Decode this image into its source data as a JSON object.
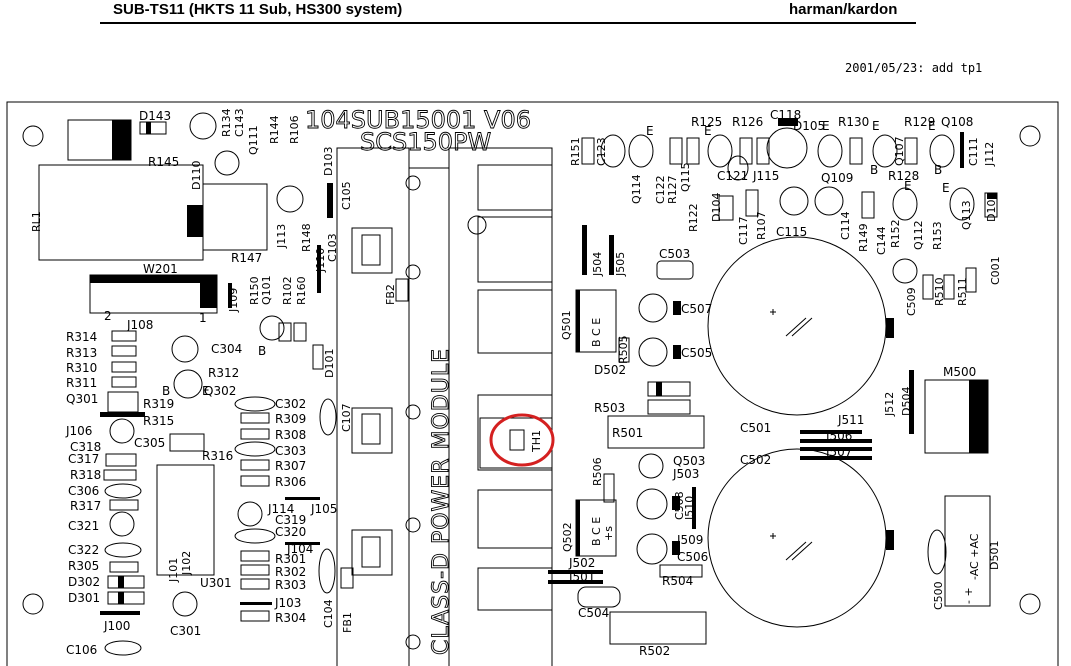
{
  "header": {
    "title": "SUB-TS11 (HKTS 11 Sub, HS300 system)",
    "brand": "harman/kardon",
    "revision_note": "2001/05/23: add tp1"
  },
  "board": {
    "pcb_code": "104SUB15001 V06",
    "board_name": "SCS150PW",
    "module_label": "CLASS-D POWER MODULE",
    "highlight_label": "TH1",
    "highlight_color": "#d42020"
  },
  "labels": {
    "d143": "D143",
    "r145": "R145",
    "d110": "D110",
    "r134": "R134",
    "c143": "C143",
    "q111": "Q111",
    "r144": "R144",
    "r106": "R106",
    "d103": "D103",
    "rl1": "RL1",
    "j113": "J113",
    "r148": "R148",
    "r147": "R147",
    "c105": "C105",
    "c103": "C103",
    "j110": "J110",
    "w201": "W201",
    "j109": "J109",
    "r150": "R150",
    "q101": "Q101",
    "r102": "R102",
    "r160": "R160",
    "j108": "J108",
    "fb2": "FB2",
    "d101": "D101",
    "r314": "R314",
    "r313": "R313",
    "r310": "R310",
    "r311": "R311",
    "c304": "C304",
    "r312": "R312",
    "q302": "Q302",
    "q301": "Q301",
    "r319": "R319",
    "r315": "R315",
    "j106": "J106",
    "c318": "C318",
    "c305": "C305",
    "c317": "C317",
    "r316": "R316",
    "r318": "R318",
    "c306": "C306",
    "r317": "R317",
    "c321": "C321",
    "c322": "C322",
    "r305": "R305",
    "d302": "D302",
    "d301": "D301",
    "j100": "J100",
    "c301": "C301",
    "c106": "C106",
    "j101": "J101",
    "j102": "J102",
    "u301": "U301",
    "c302": "C302",
    "r309": "R309",
    "r308": "R308",
    "c303": "C303",
    "r307": "R307",
    "r306": "R306",
    "j114": "J114",
    "j105": "J105",
    "c319": "C319",
    "c320": "C320",
    "j104": "J104",
    "r301": "R301",
    "r302": "R302",
    "r303": "R303",
    "j103": "J103",
    "r304": "R304",
    "c107": "C107",
    "c104": "C104",
    "fb1": "FB1",
    "r151": "R151",
    "c123": "C123",
    "q114": "Q114",
    "c122": "C122",
    "r127": "R127",
    "q115": "Q115",
    "r125": "R125",
    "r126": "R126",
    "c118": "C118",
    "d105": "D105",
    "r130": "R130",
    "r129": "R129",
    "q108": "Q108",
    "j112": "J112",
    "c111": "C111",
    "c121": "C121",
    "j115": "J115",
    "q109": "Q109",
    "r128": "R128",
    "q107": "Q107",
    "r122": "R122",
    "d104": "D104",
    "c117": "C117",
    "r107": "R107",
    "c115": "C115",
    "c114": "C114",
    "r149": "R149",
    "c144": "C144",
    "r152": "R152",
    "q112": "Q112",
    "r153": "R153",
    "q113": "Q113",
    "d102": "D102",
    "j504": "J504",
    "j505": "J505",
    "c503": "C503",
    "c507": "C507",
    "q501": "Q501",
    "bce1": "B C E",
    "r505": "R505",
    "c505": "C505",
    "d502": "D502",
    "r503": "R503",
    "r501": "R501",
    "c501": "C501",
    "j511": "J511",
    "j506": "J506",
    "j507": "J507",
    "j512": "J512",
    "d504": "D504",
    "m500": "M500",
    "c509": "C509",
    "r510": "R510",
    "r511": "R511",
    "c001": "C001",
    "r506": "R506",
    "q503": "Q503",
    "j503": "J503",
    "c508": "C508",
    "j510": "J510",
    "q502": "Q502",
    "bce2": "B C E",
    "s": "+s",
    "j509": "J509",
    "c506": "C506",
    "c502": "C502",
    "j502": "J502",
    "j501": "J501",
    "r504": "R504",
    "c504": "C504",
    "r502": "R502",
    "c500": "C500",
    "d501": "D501",
    "ac": "-AC +AC",
    "pm": "-    +",
    "b": "B",
    "e": "E",
    "one": "1",
    "two": "2"
  }
}
